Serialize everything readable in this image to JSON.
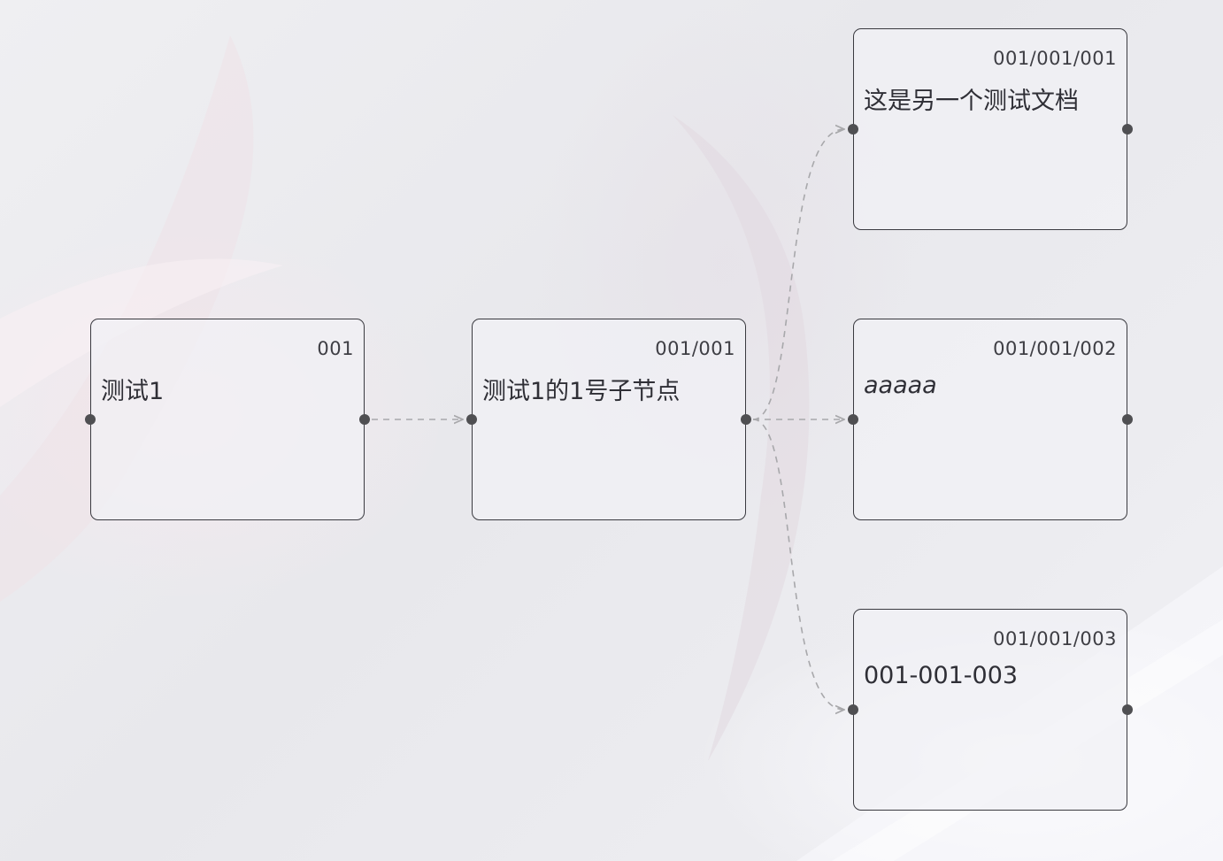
{
  "nodes": [
    {
      "id": "n1",
      "code": "001",
      "title": "测试1",
      "italic": false
    },
    {
      "id": "n2",
      "code": "001/001",
      "title": "测试1的1号子节点",
      "italic": false
    },
    {
      "id": "n3",
      "code": "001/001/001",
      "title": "这是另一个测试文档",
      "italic": false
    },
    {
      "id": "n4",
      "code": "001/001/002",
      "title": "aaaaa",
      "italic": true
    },
    {
      "id": "n5",
      "code": "001/001/003",
      "title": "001-001-003",
      "italic": false
    }
  ],
  "edges": [
    {
      "from": "n1",
      "to": "n2",
      "style": "dashed"
    },
    {
      "from": "n2",
      "to": "n3",
      "style": "dashed"
    },
    {
      "from": "n2",
      "to": "n4",
      "style": "dashed"
    },
    {
      "from": "n2",
      "to": "n5",
      "style": "dashed"
    }
  ],
  "colors": {
    "node_border": "#3a3a40",
    "port": "#4f4f52",
    "edge": "#a8a8ab"
  }
}
